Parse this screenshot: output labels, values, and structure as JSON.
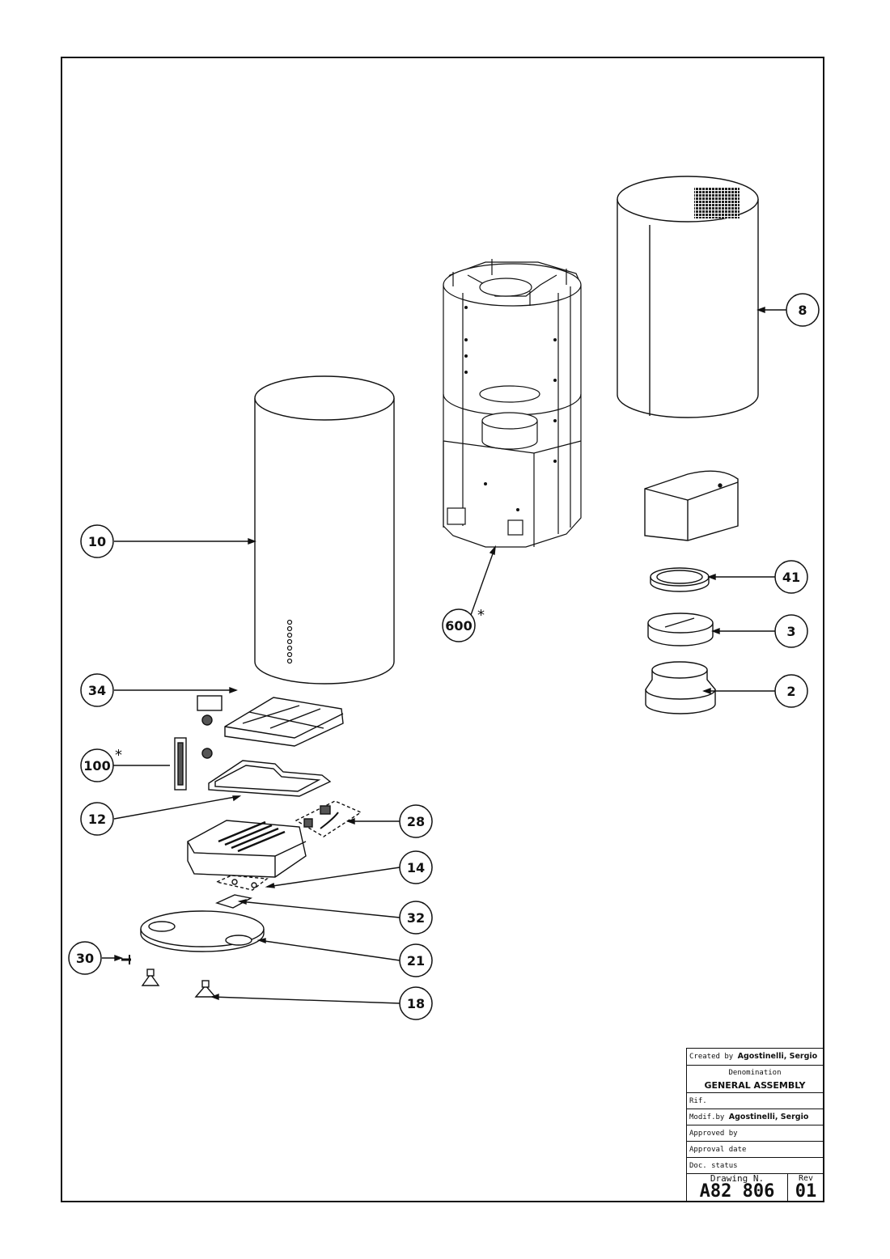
{
  "drawing": {
    "callouts": [
      {
        "id": "c8",
        "label": "8",
        "starred": false
      },
      {
        "id": "c10",
        "label": "10",
        "starred": false
      },
      {
        "id": "c600",
        "label": "600",
        "starred": true
      },
      {
        "id": "c41",
        "label": "41",
        "starred": false
      },
      {
        "id": "c3",
        "label": "3",
        "starred": false
      },
      {
        "id": "c2",
        "label": "2",
        "starred": false
      },
      {
        "id": "c34",
        "label": "34",
        "starred": false
      },
      {
        "id": "c100",
        "label": "100",
        "starred": true
      },
      {
        "id": "c12",
        "label": "12",
        "starred": false
      },
      {
        "id": "c28",
        "label": "28",
        "starred": false
      },
      {
        "id": "c14",
        "label": "14",
        "starred": false
      },
      {
        "id": "c32",
        "label": "32",
        "starred": false
      },
      {
        "id": "c30",
        "label": "30",
        "starred": false
      },
      {
        "id": "c21",
        "label": "21",
        "starred": false
      },
      {
        "id": "c18",
        "label": "18",
        "starred": false
      }
    ],
    "star_symbol": "*"
  },
  "title_block": {
    "created_by_label": "Created by",
    "created_by_name": "Agostinelli, Sergio",
    "denomination_label": "Denomination",
    "denomination_value": "GENERAL ASSEMBLY",
    "rif_label": "Rif.",
    "modif_by_label": "Modif.by",
    "modif_by_name": "Agostinelli, Sergio",
    "approved_by_label": "Approved by",
    "approval_date_label": "Approval date",
    "doc_status_label": "Doc. status",
    "drawing_n_label": "Drawing N.",
    "drawing_n_value": "A82 806",
    "rev_label": "Rev",
    "rev_value": "01"
  }
}
